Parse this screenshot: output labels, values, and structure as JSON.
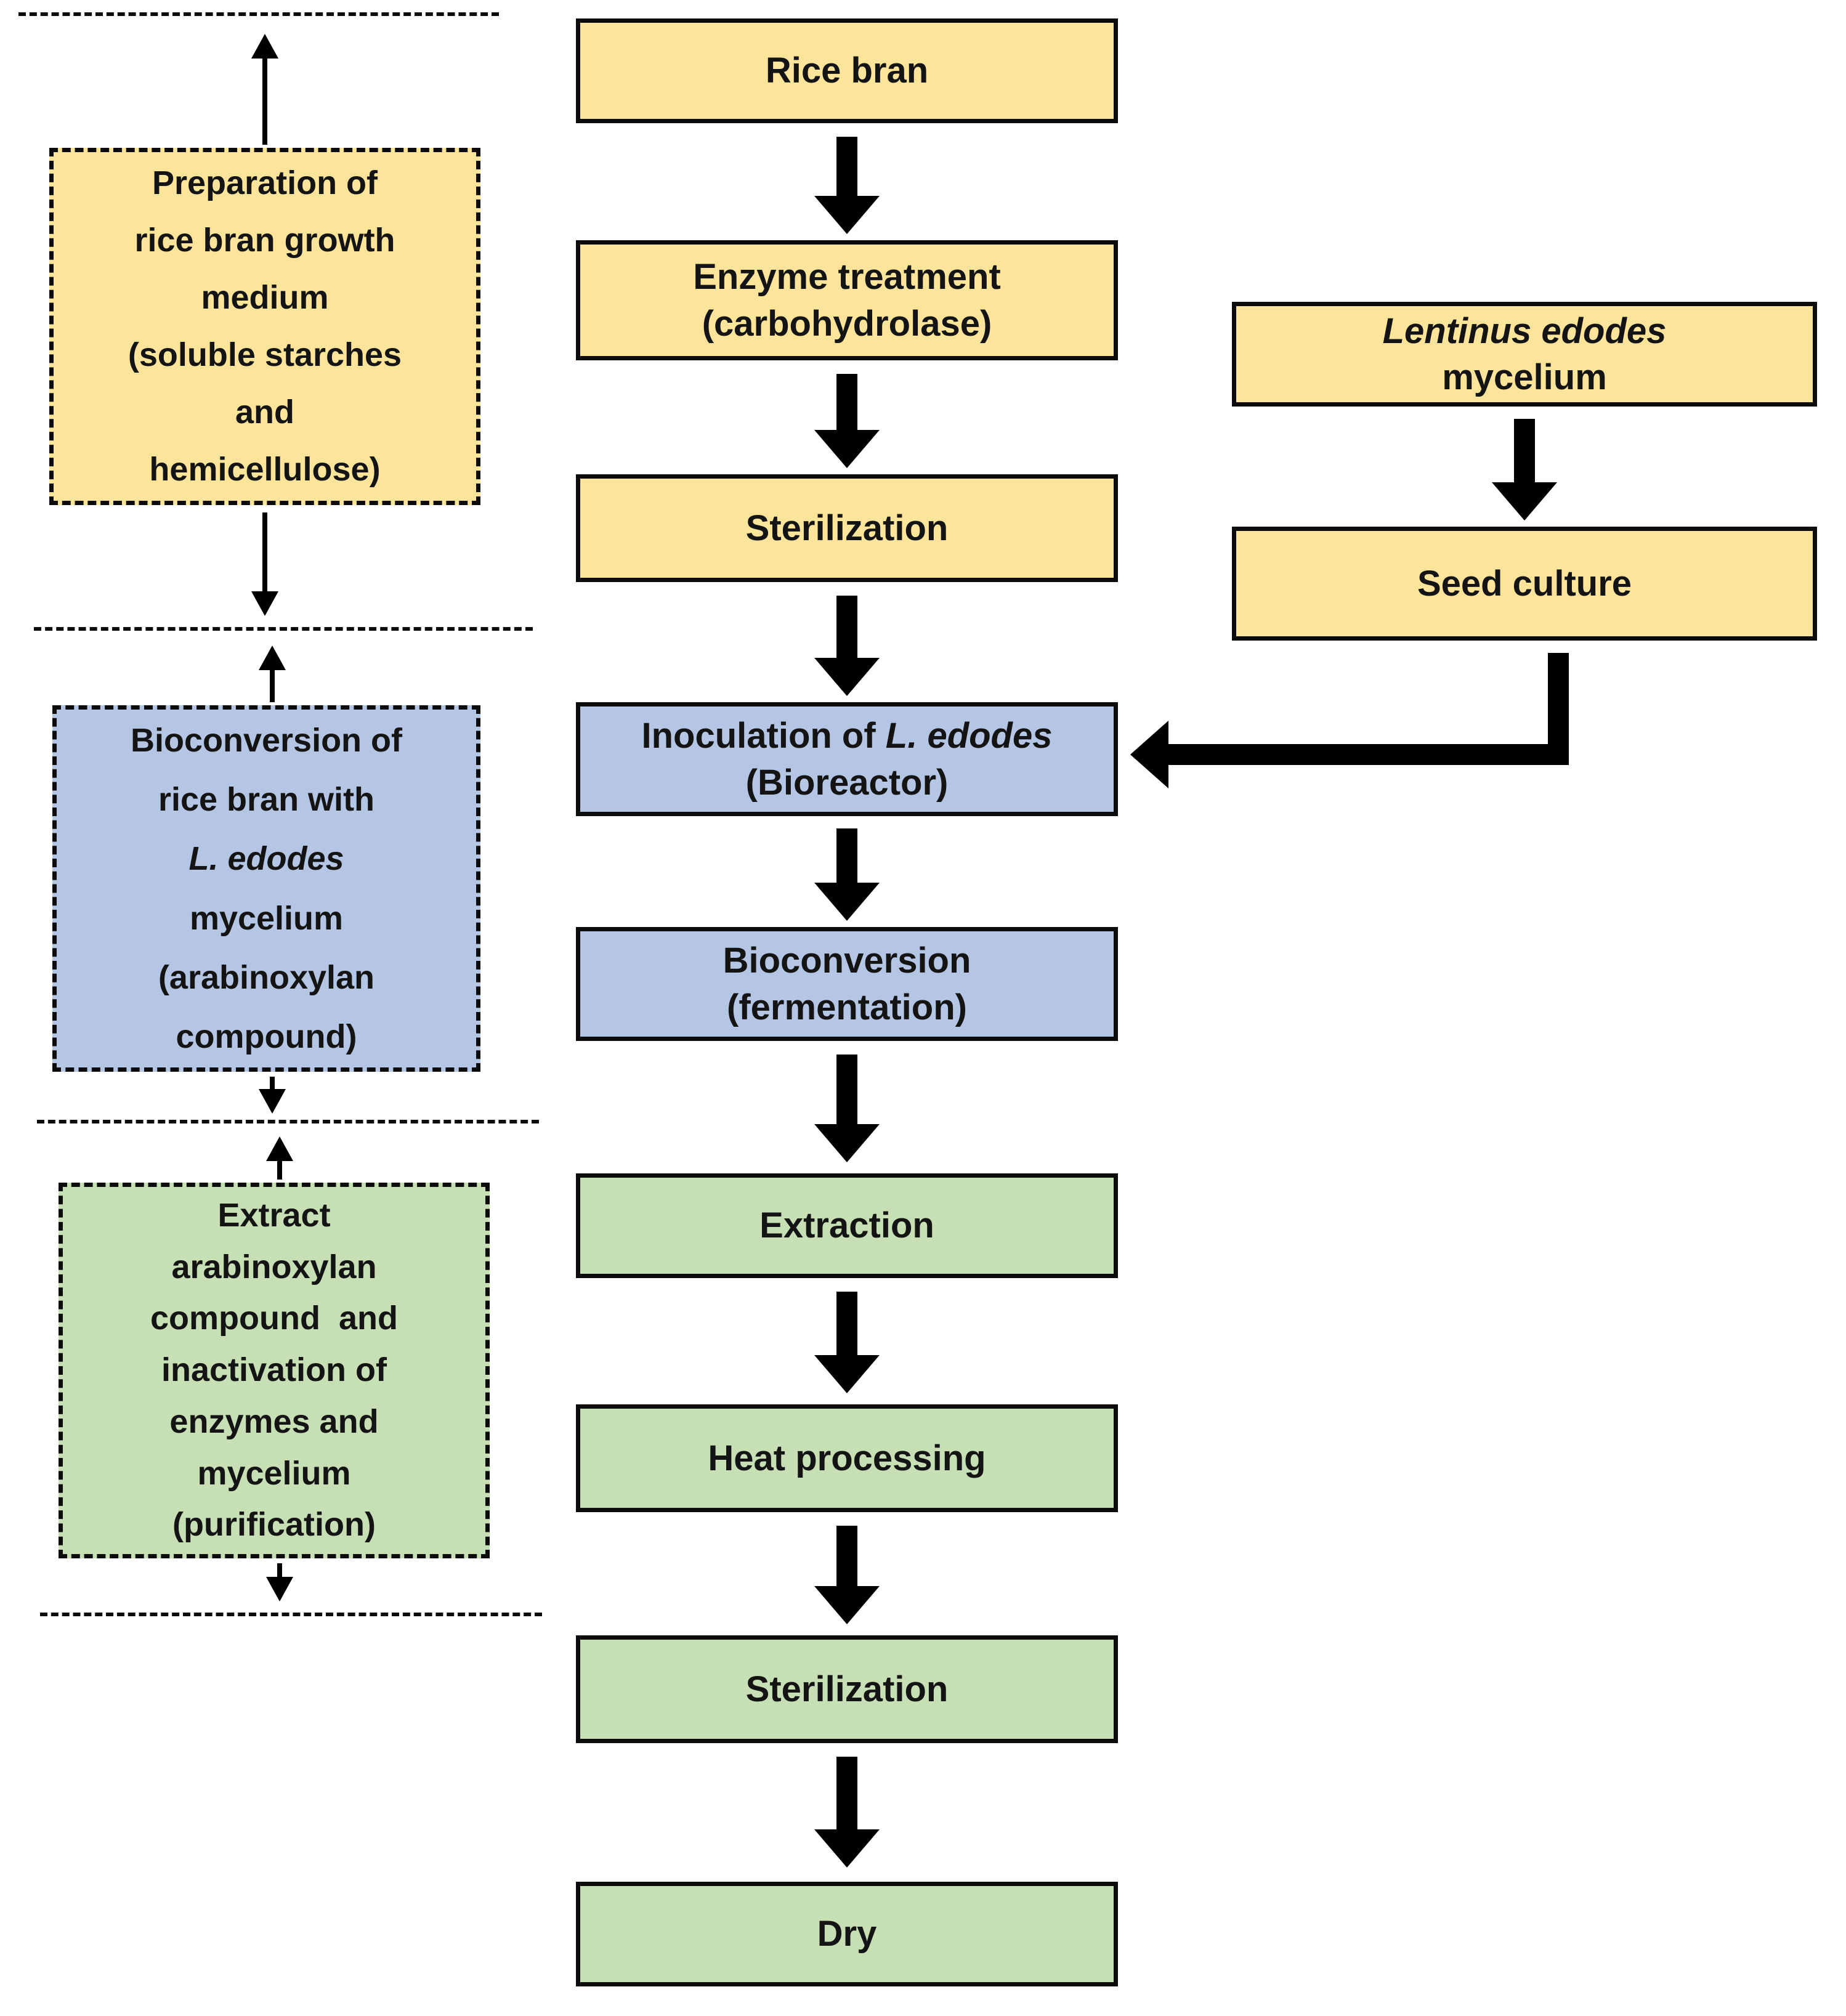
{
  "colors": {
    "yellow": "#FCE49B",
    "blue": "#B5C6E4",
    "green": "#C6DFB4",
    "line": "#000000"
  },
  "left_panel": {
    "stage1": {
      "lines": [
        "Preparation of",
        "rice bran growth",
        "medium",
        "(soluble starches",
        "and",
        "hemicellulose)"
      ]
    },
    "stage2": {
      "line1": "Bioconversion of",
      "line2": "rice bran with",
      "line3_italic": "L. edodes",
      "line4": "mycelium",
      "line5": "(arabinoxylan",
      "line6": "compound)"
    },
    "stage3": {
      "lines": [
        "Extract",
        "arabinoxylan",
        "compound  and",
        "inactivation of",
        "enzymes and",
        "mycelium",
        "(purification)"
      ]
    }
  },
  "main_flow": {
    "rice_bran": "Rice bran",
    "enzyme_line1": "Enzyme treatment",
    "enzyme_line2": "(carbohydrolase)",
    "sterilization1": "Sterilization",
    "inoculation_prefix": "Inoculation of ",
    "inoculation_italic": "L. edodes",
    "inoculation_line2": "(Bioreactor)",
    "bioconversion_line1": "Bioconversion",
    "bioconversion_line2": "(fermentation)",
    "extraction": "Extraction",
    "heat_processing": "Heat processing",
    "sterilization2": "Sterilization",
    "dry": "Dry"
  },
  "side_flow": {
    "mycelium_line1_italic": "Lentinus edodes",
    "mycelium_line2": "mycelium",
    "seed_culture": "Seed culture"
  }
}
